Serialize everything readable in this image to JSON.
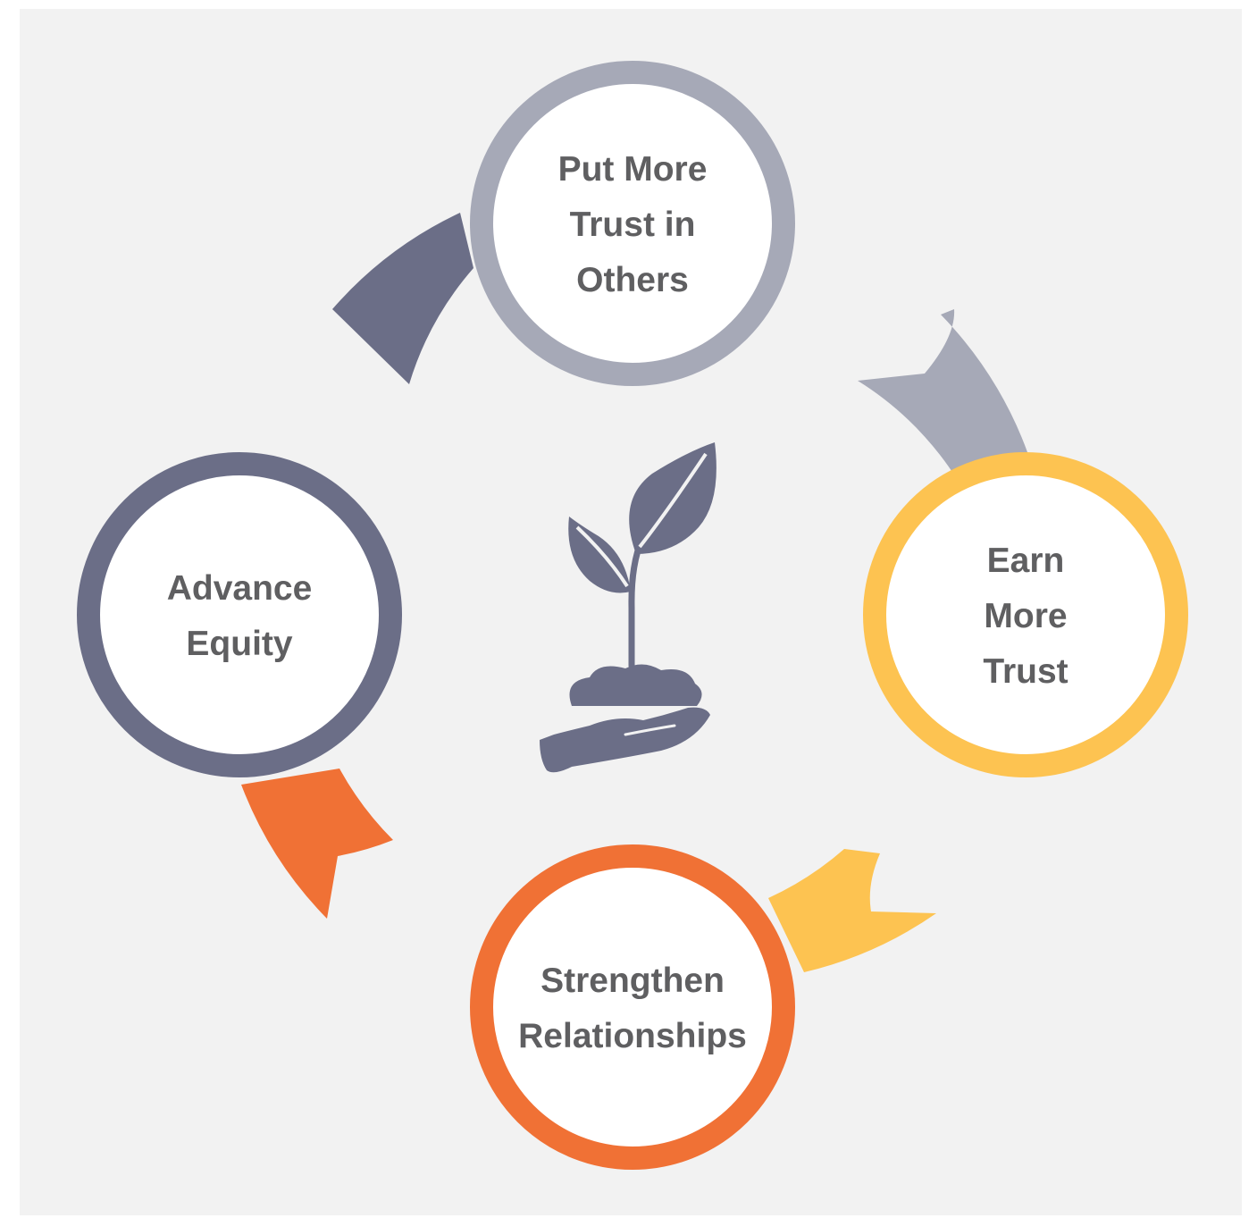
{
  "colors": {
    "background": "#f2f2f2",
    "text": "#5f5f61",
    "node_fill": "#ffffff",
    "icon": "#6b6e87"
  },
  "nodes": [
    {
      "id": "put-more-trust",
      "lines": [
        "Put More",
        "Trust in",
        "Others"
      ],
      "color": "#a6a9b7"
    },
    {
      "id": "earn-more-trust",
      "lines": [
        "Earn",
        "More",
        "Trust"
      ],
      "color": "#fdc351"
    },
    {
      "id": "strengthen-relationships",
      "lines": [
        "Strengthen",
        "Relationships"
      ],
      "color": "#f07135"
    },
    {
      "id": "advance-equity",
      "lines": [
        "Advance",
        "Equity"
      ],
      "color": "#6b6e87"
    }
  ],
  "center_icon": {
    "name": "seedling-in-hand-icon",
    "color": "#6b6e87"
  }
}
